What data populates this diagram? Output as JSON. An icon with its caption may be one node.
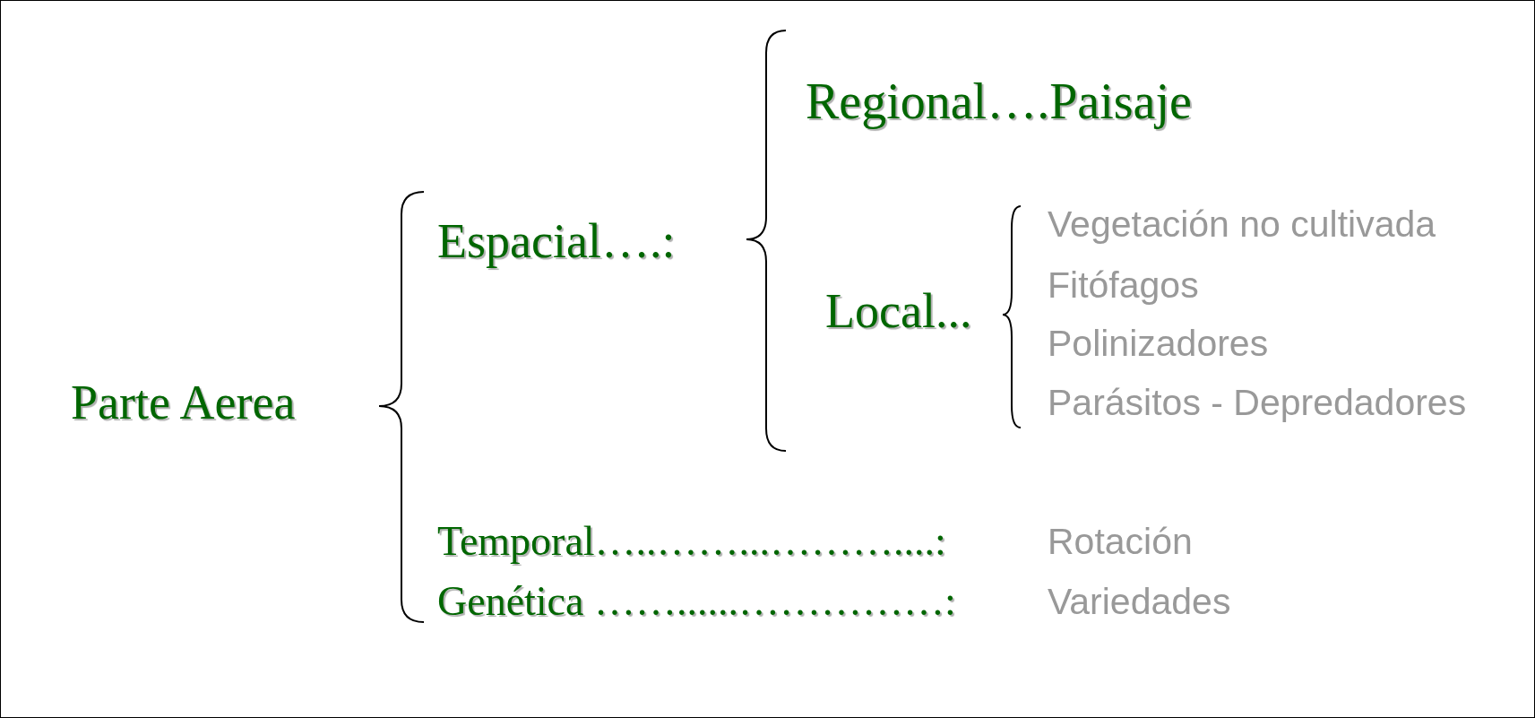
{
  "diagram": {
    "labels": [
      "Regional….Paisaje",
      "Espacial….:",
      "Vegetación no cultivada",
      "Fitófagos",
      "Local...",
      "Polinizadores",
      "Parte Aerea",
      "Parásitos - Depredadores",
      "Temporal…..……...………....:",
      "Rotación",
      "Genética ……......……………:",
      "Variedades"
    ]
  }
}
